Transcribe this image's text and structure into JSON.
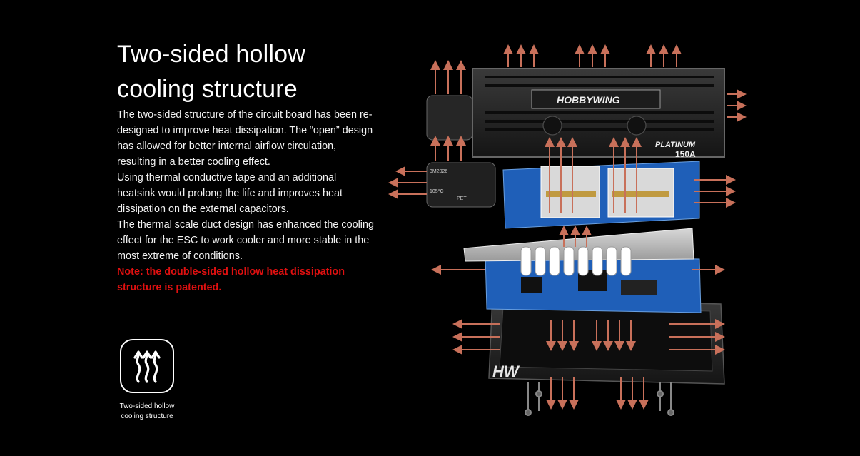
{
  "heading": {
    "line1": "Two-sided hollow",
    "line2": "cooling structure"
  },
  "body": {
    "p1": "The two-sided structure of the circuit board has been re-designed to improve heat dissipation. The “open” design has allowed for better internal airflow circulation, resulting in a better cooling effect.",
    "p2": "Using thermal conductive tape and an additional heatsink would prolong the life and improves heat dissipation on the external capacitors.",
    "p3": "The thermal scale duct design has enhanced the cooling effect for the ESC to work cooler and more stable in the most extreme of conditions.",
    "note": "Note: the double-sided hollow heat dissipation structure is patented."
  },
  "badge": {
    "icon": "heat-waves-icon",
    "caption_line1": "Two-sided hollow",
    "caption_line2": "cooling structure"
  },
  "product": {
    "brand": "HOBBYWING",
    "model": "PLATINUM",
    "rating": "150A",
    "capacitor_label": "3M2026",
    "capacitor_temp": "105°C",
    "capacitor_type": "PET",
    "logo": "HW"
  },
  "colors": {
    "background": "#000000",
    "note": "#e01010",
    "arrow": "#c8705a",
    "pcb": "#1f5fb8"
  }
}
